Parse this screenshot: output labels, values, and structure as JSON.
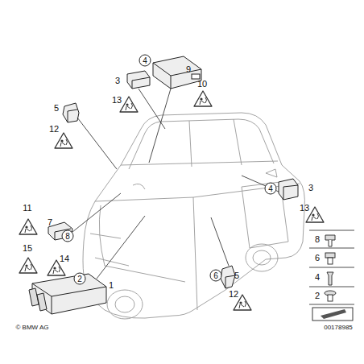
{
  "diagram": {
    "nodes": [
      {
        "text": [
          "4"
        ]
      },
      {
        "text": [
          "4"
        ]
      },
      {
        "text": [
          "8"
        ]
      },
      {
        "text": [
          "6"
        ]
      },
      {
        "text": [
          "2"
        ]
      }
    ],
    "labels": [
      "3",
      "13",
      "9",
      "10",
      "5",
      "12",
      "3",
      "13",
      "11",
      "7",
      "8",
      "15",
      "14",
      "6",
      "5",
      "12",
      "1",
      "4",
      "2",
      "© BMW AG",
      "00178985"
    ]
  }
}
